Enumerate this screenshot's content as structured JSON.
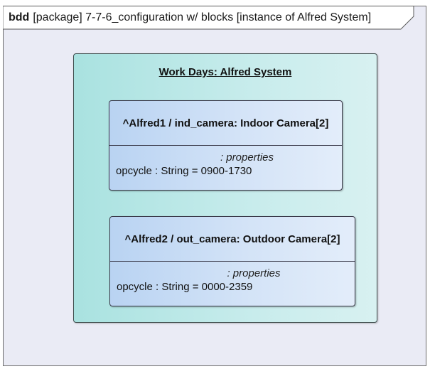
{
  "frame": {
    "kind": "bdd",
    "label": "[package] 7-7-6_configuration w/ blocks [instance of Alfred System]"
  },
  "instance": {
    "title": "Work Days: Alfred System",
    "parts": [
      {
        "header": "^Alfred1 / ind_camera: Indoor Camera[2]",
        "compartment": ": properties",
        "attribute": "opcycle : String = 0900-1730"
      },
      {
        "header": "^Alfred2 / out_camera: Outdoor Camera[2]",
        "compartment": ": properties",
        "attribute": "opcycle : String = 0000-2359"
      }
    ]
  }
}
